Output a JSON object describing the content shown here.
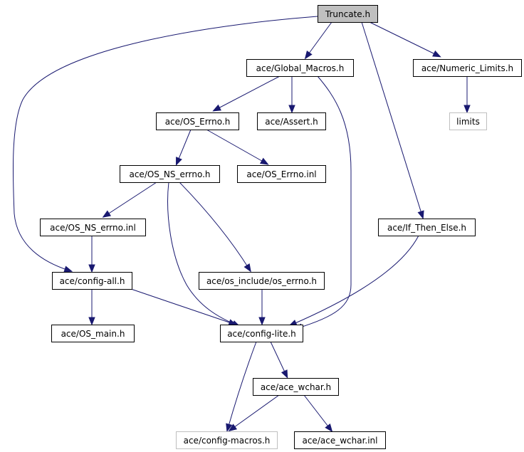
{
  "nodes": {
    "truncate": {
      "label": "Truncate.h",
      "kind": "root"
    },
    "global_macros": {
      "label": "ace/Global_Macros.h"
    },
    "numeric_limits": {
      "label": "ace/Numeric_Limits.h"
    },
    "limits": {
      "label": "limits",
      "kind": "external"
    },
    "os_errno_h": {
      "label": "ace/OS_Errno.h"
    },
    "assert_h": {
      "label": "ace/Assert.h"
    },
    "os_ns_errno_h": {
      "label": "ace/OS_NS_errno.h"
    },
    "os_errno_inl": {
      "label": "ace/OS_Errno.inl"
    },
    "os_ns_errno_inl": {
      "label": "ace/OS_NS_errno.inl"
    },
    "if_then_else": {
      "label": "ace/If_Then_Else.h"
    },
    "config_all": {
      "label": "ace/config-all.h"
    },
    "os_include_errno": {
      "label": "ace/os_include/os_errno.h"
    },
    "os_main": {
      "label": "ace/OS_main.h"
    },
    "config_lite": {
      "label": "ace/config-lite.h"
    },
    "ace_wchar_h": {
      "label": "ace/ace_wchar.h"
    },
    "config_macros": {
      "label": "ace/config-macros.h",
      "kind": "external"
    },
    "ace_wchar_inl": {
      "label": "ace/ace_wchar.inl"
    }
  },
  "edges": [
    {
      "from": "truncate",
      "to": "global_macros"
    },
    {
      "from": "truncate",
      "to": "numeric_limits"
    },
    {
      "from": "truncate",
      "to": "if_then_else"
    },
    {
      "from": "truncate",
      "to": "config_all"
    },
    {
      "from": "numeric_limits",
      "to": "limits"
    },
    {
      "from": "global_macros",
      "to": "os_errno_h"
    },
    {
      "from": "global_macros",
      "to": "assert_h"
    },
    {
      "from": "global_macros",
      "to": "config_lite"
    },
    {
      "from": "os_errno_h",
      "to": "os_ns_errno_h"
    },
    {
      "from": "os_errno_h",
      "to": "os_errno_inl"
    },
    {
      "from": "os_ns_errno_h",
      "to": "os_ns_errno_inl"
    },
    {
      "from": "os_ns_errno_h",
      "to": "os_include_errno"
    },
    {
      "from": "os_ns_errno_h",
      "to": "config_lite"
    },
    {
      "from": "os_ns_errno_inl",
      "to": "config_all"
    },
    {
      "from": "if_then_else",
      "to": "config_lite"
    },
    {
      "from": "config_all",
      "to": "os_main"
    },
    {
      "from": "config_all",
      "to": "config_lite"
    },
    {
      "from": "os_include_errno",
      "to": "config_lite"
    },
    {
      "from": "config_lite",
      "to": "ace_wchar_h"
    },
    {
      "from": "config_lite",
      "to": "config_macros"
    },
    {
      "from": "ace_wchar_h",
      "to": "config_macros"
    },
    {
      "from": "ace_wchar_h",
      "to": "ace_wchar_inl"
    }
  ],
  "colors": {
    "edge": "#191970",
    "root_fill": "#bfbfbf",
    "external_border": "#bfbfbf"
  }
}
